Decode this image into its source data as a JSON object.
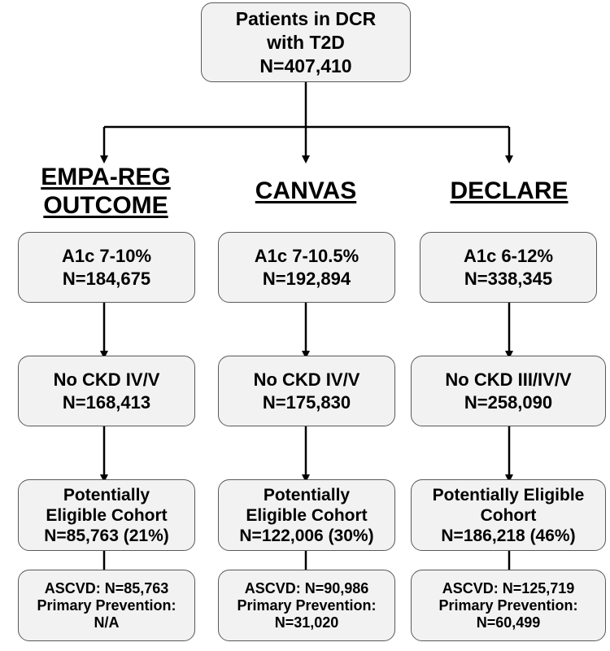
{
  "top": {
    "line1": "Patients in DCR",
    "line2": "with T2D",
    "line3": "N=407,410"
  },
  "columns": [
    {
      "heading": [
        "EMPA-REG",
        "OUTCOME"
      ],
      "a1c": {
        "line1": "A1c 7-10%",
        "line2": "N=184,675"
      },
      "ckd": {
        "line1": "No CKD IV/V",
        "line2": "N=168,413"
      },
      "eligible": {
        "line1": "Potentially",
        "line2": "Eligible Cohort",
        "line3": "N=85,763 (21%)"
      },
      "ascvd": {
        "line1": "ASCVD: N=85,763",
        "line2": "Primary Prevention:",
        "line3": "N/A"
      }
    },
    {
      "heading": [
        "CANVAS"
      ],
      "a1c": {
        "line1": "A1c 7-10.5%",
        "line2": "N=192,894"
      },
      "ckd": {
        "line1": "No CKD IV/V",
        "line2": "N=175,830"
      },
      "eligible": {
        "line1": "Potentially",
        "line2": "Eligible Cohort",
        "line3": "N=122,006 (30%)"
      },
      "ascvd": {
        "line1": "ASCVD: N=90,986",
        "line2": "Primary Prevention:",
        "line3": "N=31,020"
      }
    },
    {
      "heading": [
        "DECLARE"
      ],
      "a1c": {
        "line1": "A1c 6-12%",
        "line2": "N=338,345"
      },
      "ckd": {
        "line1": "No CKD III/IV/V",
        "line2": "N=258,090"
      },
      "eligible": {
        "line1": "Potentially Eligible",
        "line2": "Cohort",
        "line3": "N=186,218 (46%)"
      },
      "ascvd": {
        "line1": "ASCVD: N=125,719",
        "line2": "Primary Prevention:",
        "line3": "N=60,499"
      }
    }
  ]
}
